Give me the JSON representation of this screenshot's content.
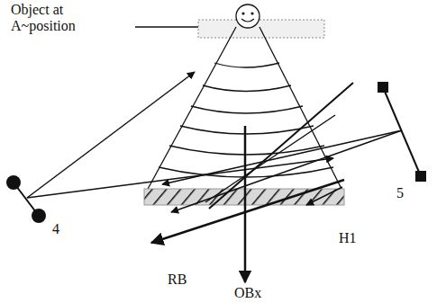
{
  "diagram": {
    "labels": [
      "Object at A~position",
      "4",
      "5",
      "H1",
      "RB",
      "OBx"
    ]
  }
}
